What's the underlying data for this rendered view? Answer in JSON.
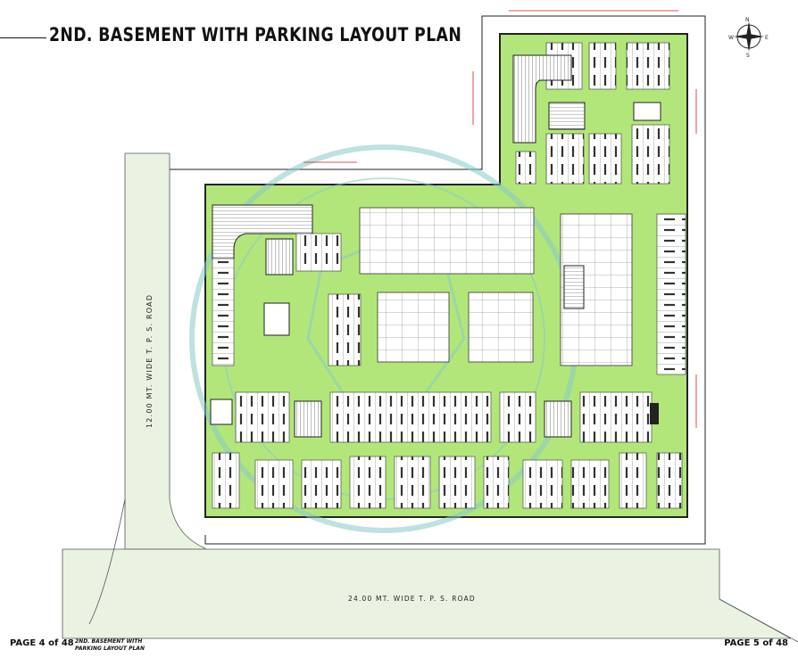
{
  "title": "2ND. BASEMENT WITH PARKING LAYOUT PLAN",
  "page_left": "PAGE 4 of 48",
  "page_right": "PAGE 5 of 48",
  "footer": {
    "line1": "2ND. BASEMENT WITH",
    "line2": "PARKING LAYOUT PLAN"
  },
  "roads": {
    "west": "12.00 MT. WIDE T. P. S. ROAD",
    "south": "24.00 MT. WIDE T. P. S. ROAD"
  },
  "compass": {
    "n": "N",
    "e": "E",
    "s": "S",
    "w": "W"
  },
  "colors": {
    "parking": "#b3e67a",
    "road": "#eaf3e2",
    "wall": "#222222",
    "dimension": "#d21e1e",
    "watermark": "#8ac9c9"
  }
}
